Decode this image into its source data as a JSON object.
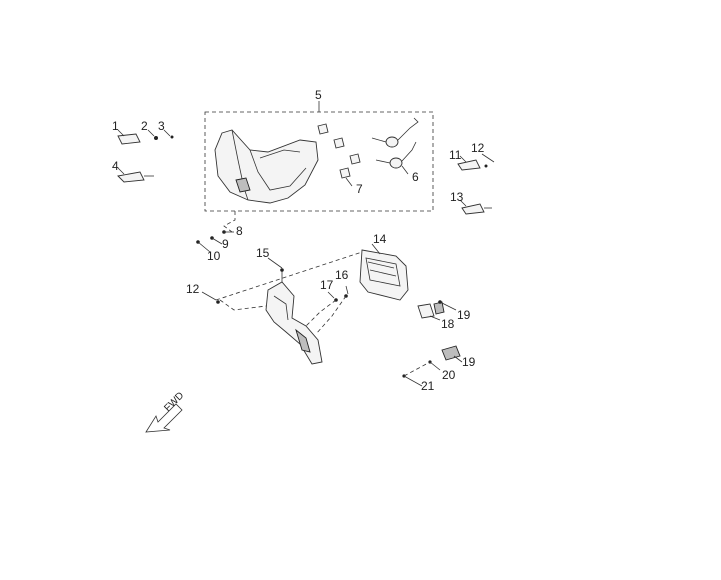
{
  "callouts": {
    "c1": "1",
    "c2": "2",
    "c3": "3",
    "c4": "4",
    "c5": "5",
    "c6": "6",
    "c7": "7",
    "c8": "8",
    "c9": "9",
    "c10": "10",
    "c11": "11",
    "c12a": "12",
    "c12b": "12",
    "c13": "13",
    "c14": "14",
    "c15": "15",
    "c16": "16",
    "c17": "17",
    "c18": "18",
    "c19a": "19",
    "c19b": "19",
    "c20": "20",
    "c21": "21"
  },
  "direction_label": "FWD",
  "colors": {
    "line": "#333333",
    "part_fill": "#f4f4f4",
    "part_dark": "#bdbdbd"
  }
}
